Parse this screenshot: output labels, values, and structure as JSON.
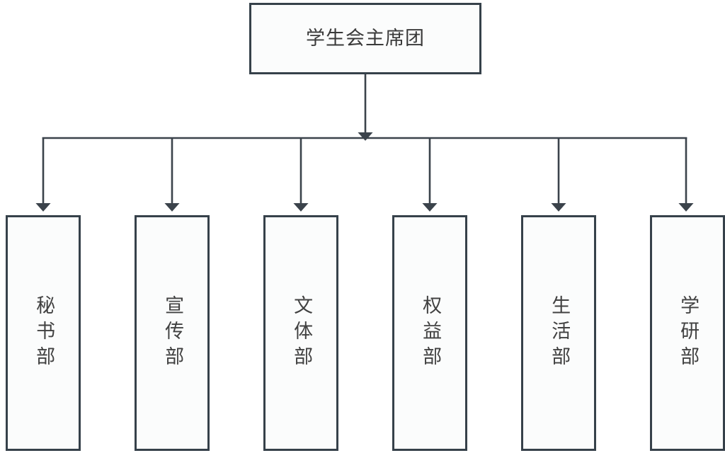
{
  "diagram": {
    "type": "organization-chart",
    "orientation": "top-down",
    "root": {
      "label": "学生会主席团",
      "text_direction": "horizontal"
    },
    "children": [
      {
        "label": "秘书部",
        "text_direction": "vertical"
      },
      {
        "label": "宣传部",
        "text_direction": "vertical"
      },
      {
        "label": "文体部",
        "text_direction": "vertical"
      },
      {
        "label": "权益部",
        "text_direction": "vertical"
      },
      {
        "label": "生活部",
        "text_direction": "vertical"
      },
      {
        "label": "学研部",
        "text_direction": "vertical"
      }
    ],
    "colors": {
      "background": "#ffffff",
      "node_fill": "#fbfcfc",
      "node_border": "#36414a",
      "connector": "#3b434b",
      "text": "#414141"
    }
  }
}
